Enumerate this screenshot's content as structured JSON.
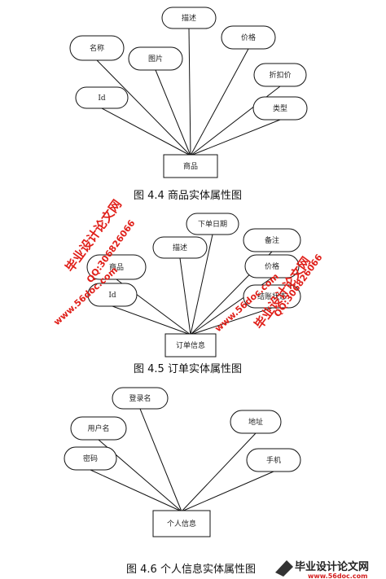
{
  "diagrams": [
    {
      "caption": "图 4.4 商品实体属性图",
      "entity": "商品",
      "attributes": [
        "名称",
        "描述",
        "价格",
        "图片",
        "折扣价",
        "Id",
        "类型"
      ]
    },
    {
      "caption": "图 4.5 订单实体属性图",
      "entity": "订单信息",
      "attributes": [
        "下单日期",
        "描述",
        "备注",
        "商品",
        "价格",
        "Id",
        "结账状态"
      ]
    },
    {
      "caption": "图 4.6 个人信息实体属性图",
      "entity": "个人信息",
      "attributes": [
        "登录名",
        "用户名",
        "地址",
        "密码",
        "手机"
      ]
    }
  ],
  "watermarks": {
    "site_name": "毕业设计论文网",
    "site_url": "www.56doc.com",
    "qq": "QQ:306826066"
  },
  "footer_logo": {
    "name": "毕业设计论文网",
    "url": "www.56doc.com"
  },
  "colors": {
    "line": "#111111",
    "watermark_red": "#e0201a",
    "logo_red": "#d41e1e"
  }
}
